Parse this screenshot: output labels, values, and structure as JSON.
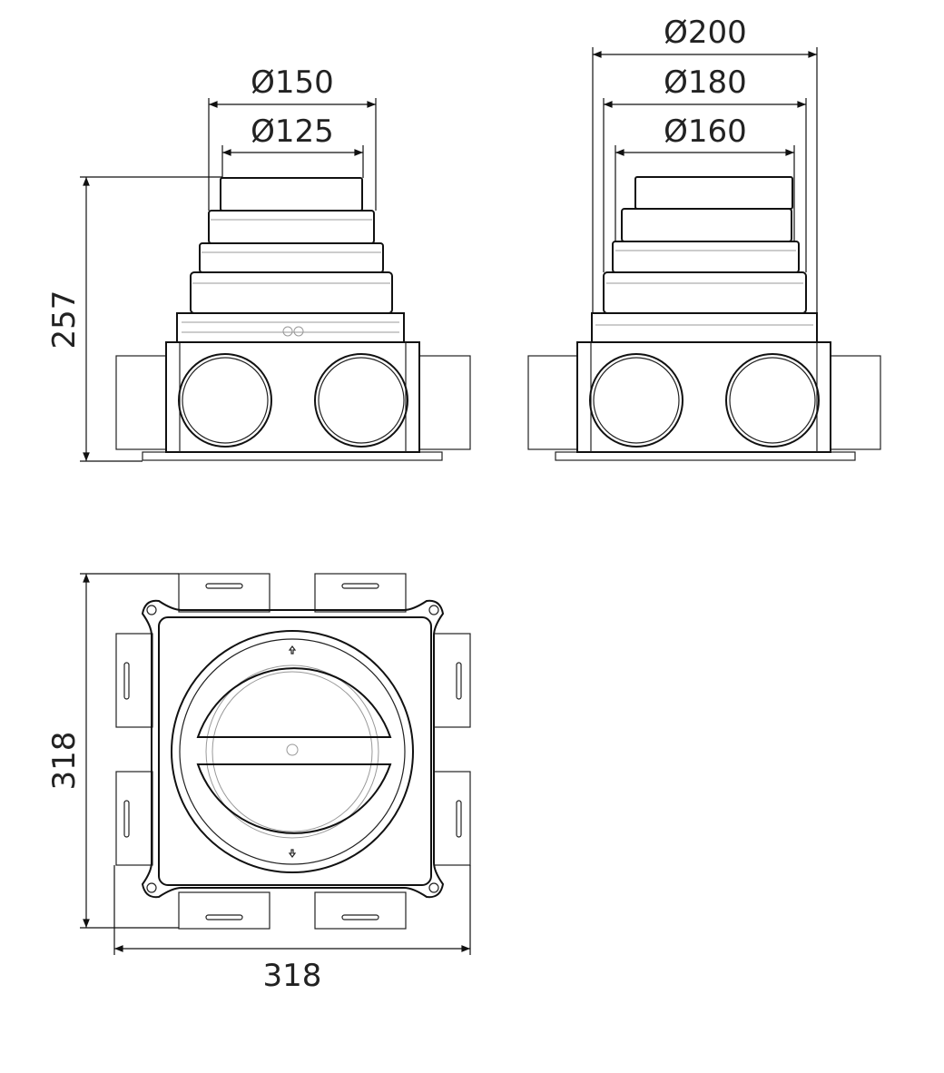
{
  "dimensions": {
    "left_view": {
      "outer_diameter": "Ø150",
      "inner_diameter": "Ø125",
      "height": "257"
    },
    "right_view": {
      "diameter_1": "Ø200",
      "diameter_2": "Ø180",
      "diameter_3": "Ø160"
    },
    "top_view": {
      "depth": "318",
      "width": "318"
    }
  }
}
